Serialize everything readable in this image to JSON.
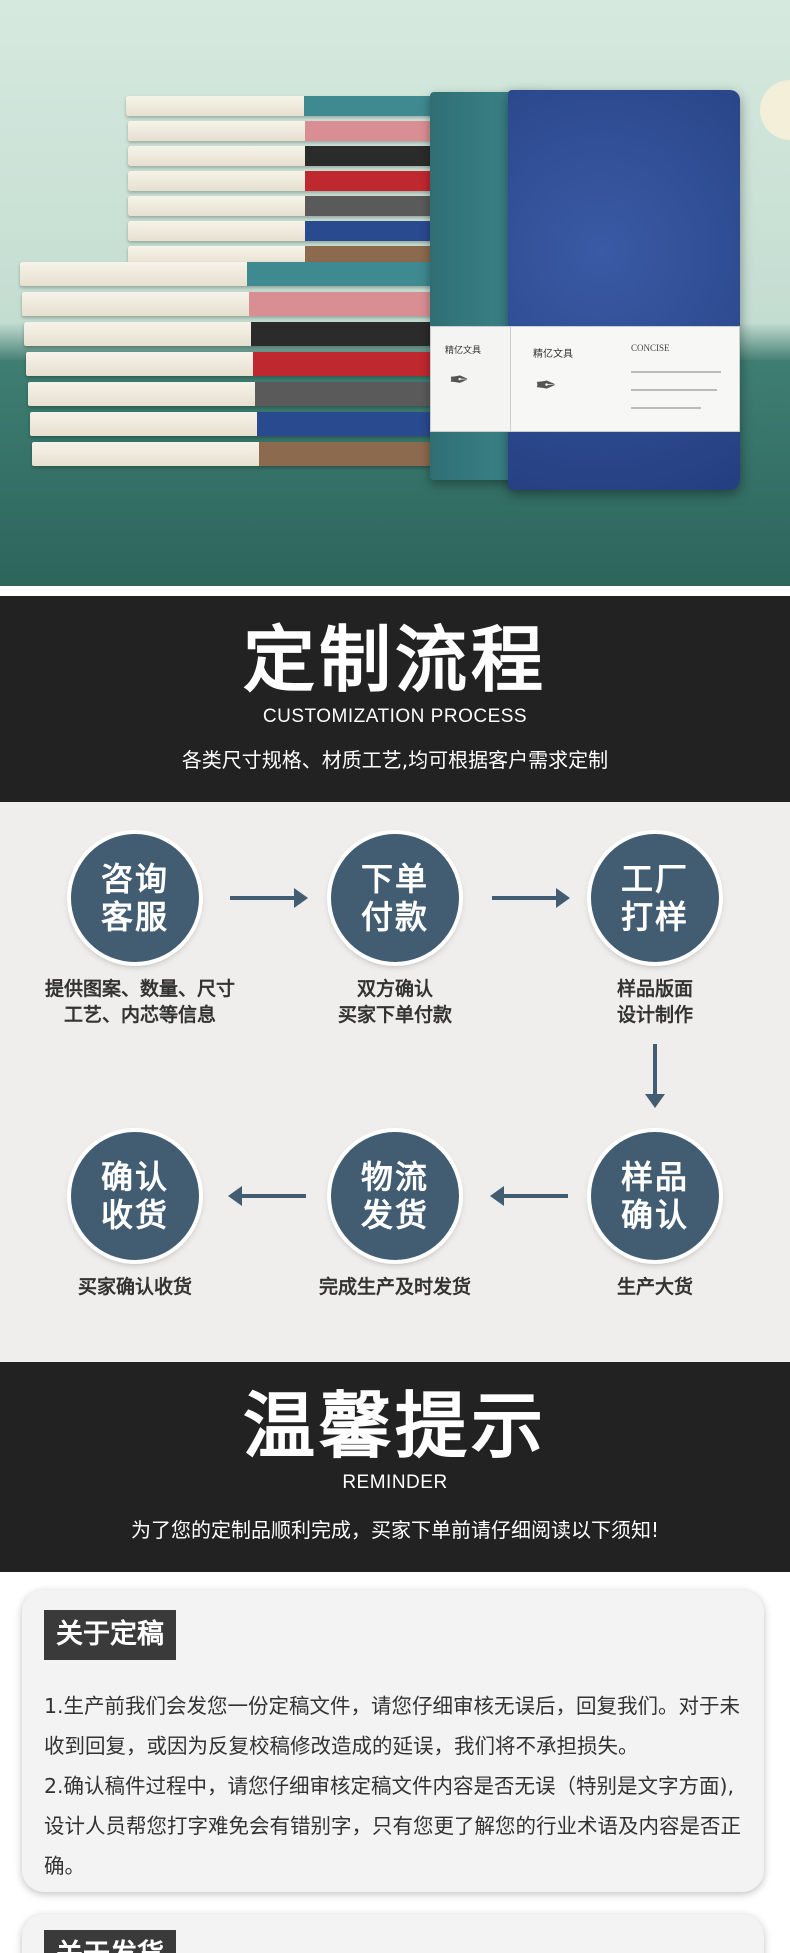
{
  "hero": {
    "band_brand_1": "精亿文具",
    "band_brand_2": "精亿文具",
    "band_en": "CONCISE",
    "colors": {
      "teal": "#3e8a90",
      "navy": "#2f4d8f",
      "pink": "#d98e93",
      "black": "#2b2b2b",
      "red": "#c0282f",
      "gray": "#5a5a5a",
      "blue": "#2a4a90",
      "brown": "#8b6a4e"
    }
  },
  "process_header": {
    "title": "定制流程",
    "subtitle_en": "CUSTOMIZATION PROCESS",
    "description": "各类尺寸规格、材质工艺,均可根据客户需求定制"
  },
  "process": {
    "accent": "#425c72",
    "steps": [
      {
        "label": "咨询客服",
        "caption_1": "提供图案、数量、尺寸",
        "caption_2": "工艺、内芯等信息"
      },
      {
        "label": "下单付款",
        "caption_1": "双方确认",
        "caption_2": "买家下单付款"
      },
      {
        "label": "工厂打样",
        "caption_1": "样品版面",
        "caption_2": "设计制作"
      },
      {
        "label": "样品确认",
        "caption_1": "生产大货",
        "caption_2": ""
      },
      {
        "label": "物流发货",
        "caption_1": "完成生产及时发货",
        "caption_2": ""
      },
      {
        "label": "确认收货",
        "caption_1": "买家确认收货",
        "caption_2": ""
      }
    ]
  },
  "reminder_header": {
    "title": "温馨提示",
    "subtitle_en": "REMINDER",
    "description": "为了您的定制品顺利完成，买家下单前请仔细阅读以下须知!"
  },
  "notes": [
    {
      "title": "关于定稿",
      "paragraphs": [
        "1.生产前我们会发您一份定稿文件，请您仔细审核无误后，回复我们。对于未收到回复，或因为反复校稿修改造成的延误，我们将不承担损失。",
        "2.确认稿件过程中，请您仔细审核定稿文件内容是否无误（特别是文字方面),设计人员帮您打字难免会有错别字，只有您更了解您的行业术语及内容是否正确。"
      ]
    },
    {
      "title": "关于发货",
      "paragraphs": []
    }
  ]
}
